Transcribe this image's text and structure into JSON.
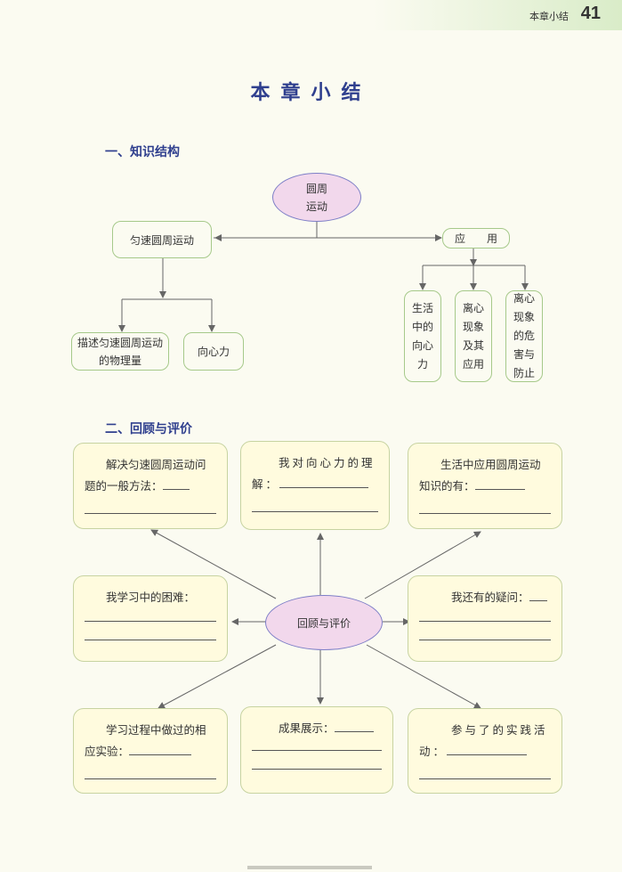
{
  "header": {
    "section": "本章小结",
    "page_number": "41"
  },
  "title": "本章小结",
  "section1": {
    "heading": "一、知识结构",
    "root": "圆周运动",
    "uniform": "匀速圆周运动",
    "application": "应　　用",
    "describe": "描述匀速圆周运动的物理量",
    "centripetal": "向心力",
    "app_items": [
      "生活中的向心力",
      "离心现象及其应用",
      "离心现象的危害与防止"
    ]
  },
  "section2": {
    "heading": "二、回顾与评价",
    "center": "回顾与评价",
    "boxes": [
      "解决匀速圆周运动问题的一般方法：",
      "我对向心力的理解：",
      "生活中应用圆周运动知识的有：",
      "我学习中的困难：",
      "我还有的疑问：",
      "学习过程中做过的相应实验：",
      "成果展示：",
      "参与了的实践活动："
    ]
  }
}
